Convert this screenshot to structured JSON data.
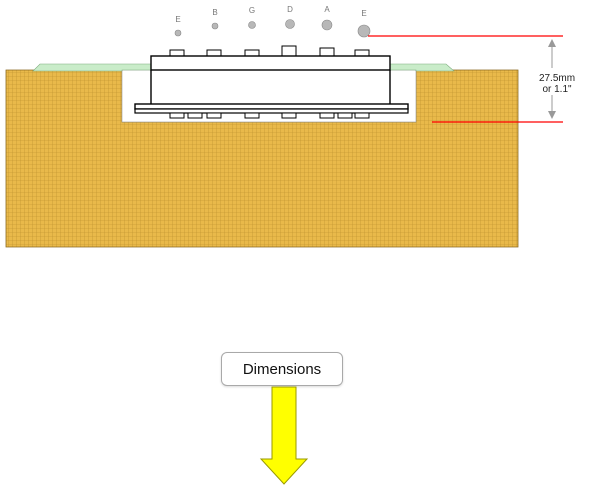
{
  "strings": [
    {
      "note": "E",
      "radius": 3
    },
    {
      "note": "B",
      "radius": 3
    },
    {
      "note": "G",
      "radius": 3.5
    },
    {
      "note": "D",
      "radius": 4.5
    },
    {
      "note": "A",
      "radius": 5
    },
    {
      "note": "E",
      "radius": 6
    }
  ],
  "dimension": {
    "line1": "27.5mm",
    "line2": "or 1.1\""
  },
  "button": {
    "label": "Dimensions"
  },
  "colors": {
    "wood": "#e9b94a",
    "wood_grid": "#b98c2c",
    "pickguard": "#c9ecc9",
    "measure_line": "#ff0000",
    "arrow_fill": "#ffff00",
    "arrow_stroke": "#9a9a00",
    "string_circle": "#b8b8b8"
  }
}
